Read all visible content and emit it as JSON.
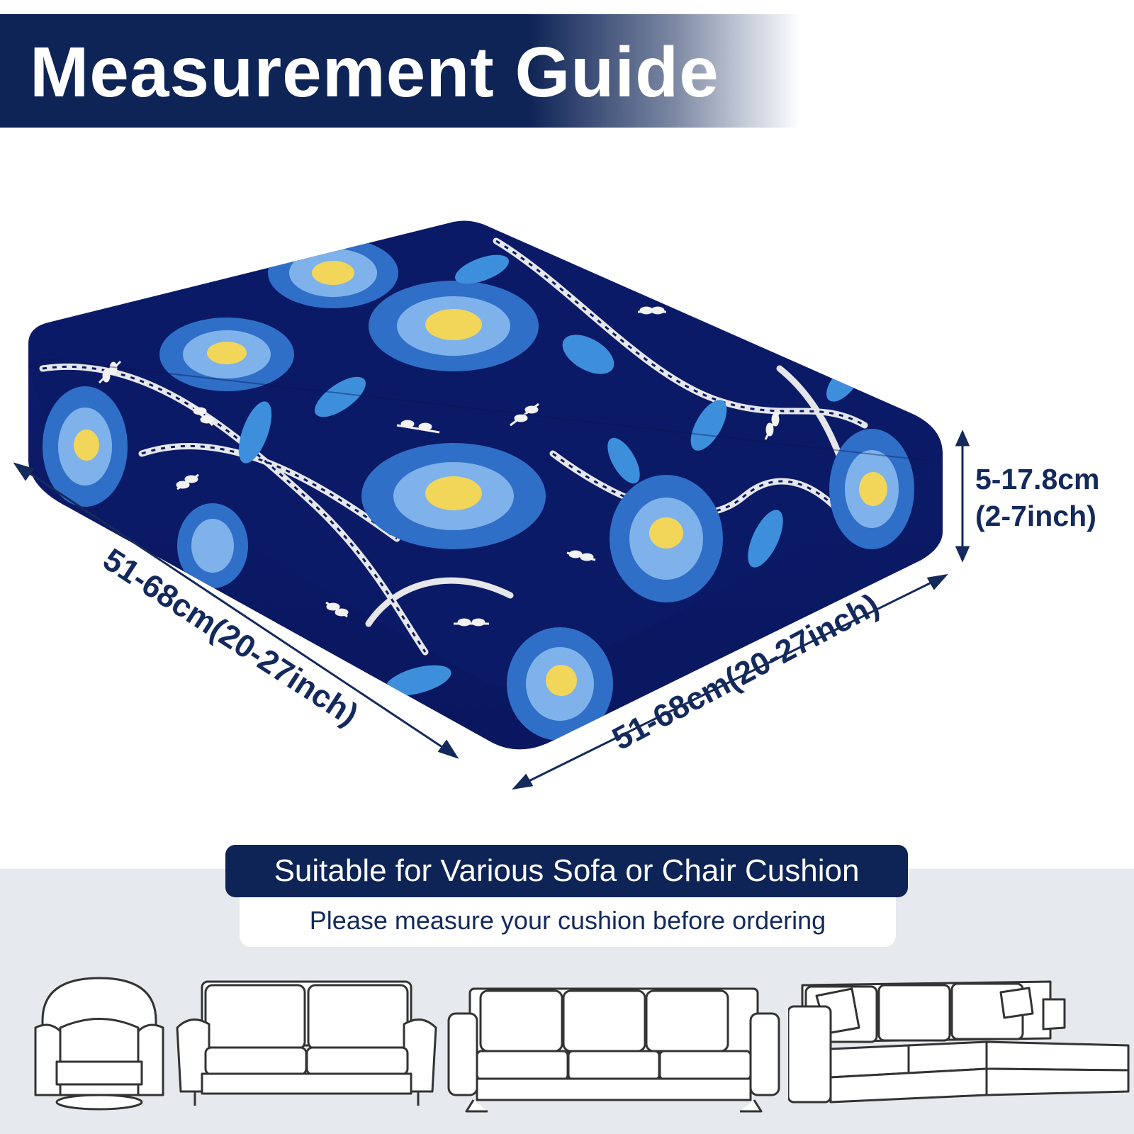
{
  "header": {
    "title": "Measurement Guide"
  },
  "dimensions": {
    "length": "51-68cm(20-27inch)",
    "width": "51-68cm(20-27inch)",
    "height_cm": "5-17.8cm",
    "height_inch": "(2-7inch)"
  },
  "suitability": {
    "headline": "Suitable for Various Sofa or Chair Cushion",
    "note": "Please measure your cushion before ordering"
  },
  "colors": {
    "navy": "#0e2456",
    "cushion_blue": "#0b1a66",
    "flower_blue": "#2f6fc8",
    "flower_center": "#f1d65a"
  },
  "furniture_icons": [
    "armchair-icon",
    "loveseat-icon",
    "three-seat-sofa-icon",
    "sectional-sofa-icon"
  ]
}
